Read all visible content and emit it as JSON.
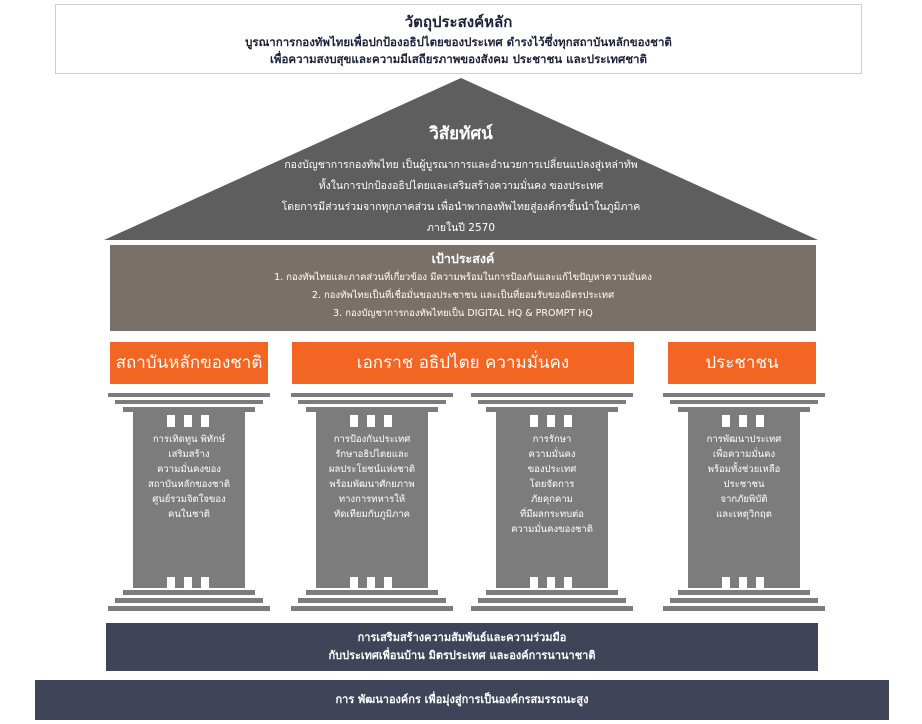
{
  "header": {
    "title": "วัตถุประสงค์หลัก",
    "line1": "บูรณาการกองทัพไทยเพื่อปกป้องอธิปไตยของประเทศ ดำรงไว้ซึ่งทุกสถาบันหลักของชาติ",
    "line2": "เพื่อความสงบสุขและความมีเสถียรภาพของสังคม ประชาชน และประเทศชาติ"
  },
  "vision": {
    "title": "วิสัยทัศน์",
    "lines": [
      "กองบัญชาการกองทัพไทย  เป็นผู้บูรณาการและอำนวยการเปลี่ยนแปลงสู่เหล่าทัพ",
      "ทั้งในการปกป้องอธิปไตยและเสริมสร้างความมั่นคง  ของประเทศ",
      "โดยการมีส่วนร่วมจากทุกภาคส่วน  เพื่อนำพากองทัพไทยสู่องค์กรชั้นนำในภูมิภาค",
      "ภายในปี 2570"
    ]
  },
  "goals": {
    "title": "เป้าประสงค์",
    "items": [
      "1. กองทัพไทยและภาคส่วนที่เกี่ยวข้อง มีความพร้อมในการป้องกันและแก้ไขปัญหาความมั่นคง",
      "2. กองทัพไทยเป็นที่เชื่อมั่นของประชาชน และเป็นที่ยอมรับของมิตรประเทศ",
      "3. กองบัญชาการกองทัพไทยเป็น DIGITAL HQ & PROMPT HQ"
    ]
  },
  "headers": {
    "left": "สถาบันหลักของชาติ",
    "middle": "เอกราช อธิปไตย ความมั่นคง",
    "right": "ประชาชน"
  },
  "pillars": [
    {
      "lines": [
        "การเทิดทูน พิทักษ์",
        "เสริมสร้าง",
        "ความมั่นคงของ",
        "สถาบันหลักของชาติ",
        "ศูนย์รวมจิตใจของ",
        "คนในชาติ"
      ]
    },
    {
      "lines": [
        "การป้องกันประเทศ",
        "รักษาอธิปไตยและ",
        "ผลประโยชน์แห่งชาติ",
        "พร้อมพัฒนาศักยภาพ",
        "ทางการทหารให้",
        "ทัดเทียมกับภูมิภาค"
      ]
    },
    {
      "lines": [
        "การรักษา",
        "ความมั่นคง",
        "ของประเทศ",
        "โดยจัดการ",
        "ภัยคุกคาม",
        "ที่มีผลกระทบต่อ",
        "ความมั่นคงของชาติ"
      ]
    },
    {
      "lines": [
        "การพัฒนาประเทศ",
        "เพื่อความมั่นคง",
        "พร้อมทั้งช่วยเหลือ",
        "ประชาชน",
        "จากภัยพิบัติ",
        "และเหตุวิกฤต"
      ]
    }
  ],
  "foundation": {
    "line1": "การเสริมสร้างความสัมพันธ์และความร่วมมือ",
    "line2": "กับประเทศเพื่อนบ้าน มิตรประเทศ และองค์การนานาชาติ",
    "base": "การ พัฒนาองค์กร เพื่อมุ่งสู่การเป็นองค์กรสมรรถนะสูง"
  },
  "colors": {
    "roof": "#5e5e5e",
    "goals_band": "#7a7068",
    "orange": "#f26522",
    "pillar": "#7c7c7c",
    "foundation": "#3f4458",
    "header_text": "#1a1f3a"
  }
}
